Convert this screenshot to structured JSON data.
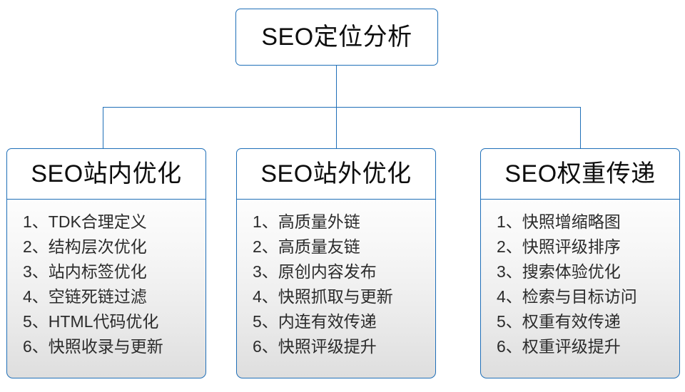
{
  "diagram": {
    "title": "SEO定位分析",
    "root": {
      "label": "SEO定位分析"
    },
    "branches": [
      {
        "header": "SEO站内优化",
        "items": [
          {
            "index": "1、",
            "text": "TDK合理定义"
          },
          {
            "index": "2、",
            "text": "结构层次优化"
          },
          {
            "index": "3、",
            "text": "站内标签优化"
          },
          {
            "index": "4、",
            "text": "空链死链过滤"
          },
          {
            "index": "5、",
            "text": "HTML代码优化"
          },
          {
            "index": "6、",
            "text": "快照收录与更新"
          }
        ]
      },
      {
        "header": "SEO站外优化",
        "items": [
          {
            "index": "1、",
            "text": "高质量外链"
          },
          {
            "index": "2、",
            "text": "高质量友链"
          },
          {
            "index": "3、",
            "text": "原创内容发布"
          },
          {
            "index": "4、",
            "text": "快照抓取与更新"
          },
          {
            "index": "5、",
            "text": "内连有效传递"
          },
          {
            "index": "6、",
            "text": "快照评级提升"
          }
        ]
      },
      {
        "header": "SEO权重传递",
        "items": [
          {
            "index": "1、",
            "text": "快照增缩略图"
          },
          {
            "index": "2、",
            "text": "快照评级排序"
          },
          {
            "index": "3、",
            "text": "搜索体验优化"
          },
          {
            "index": "4、",
            "text": "检索与目标访问"
          },
          {
            "index": "5、",
            "text": "权重有效传递"
          },
          {
            "index": "6、",
            "text": "权重评级提升"
          }
        ]
      }
    ],
    "colors": {
      "border": "#1f6fb8",
      "connector": "#1f6fb8",
      "header_bg": "#ffffff",
      "body_gradient_top": "#fdfdfd",
      "body_gradient_bottom": "#dedede",
      "text": "#0d0d0d",
      "item_text": "#2b2b2b",
      "page_bg": "#ffffff"
    }
  }
}
